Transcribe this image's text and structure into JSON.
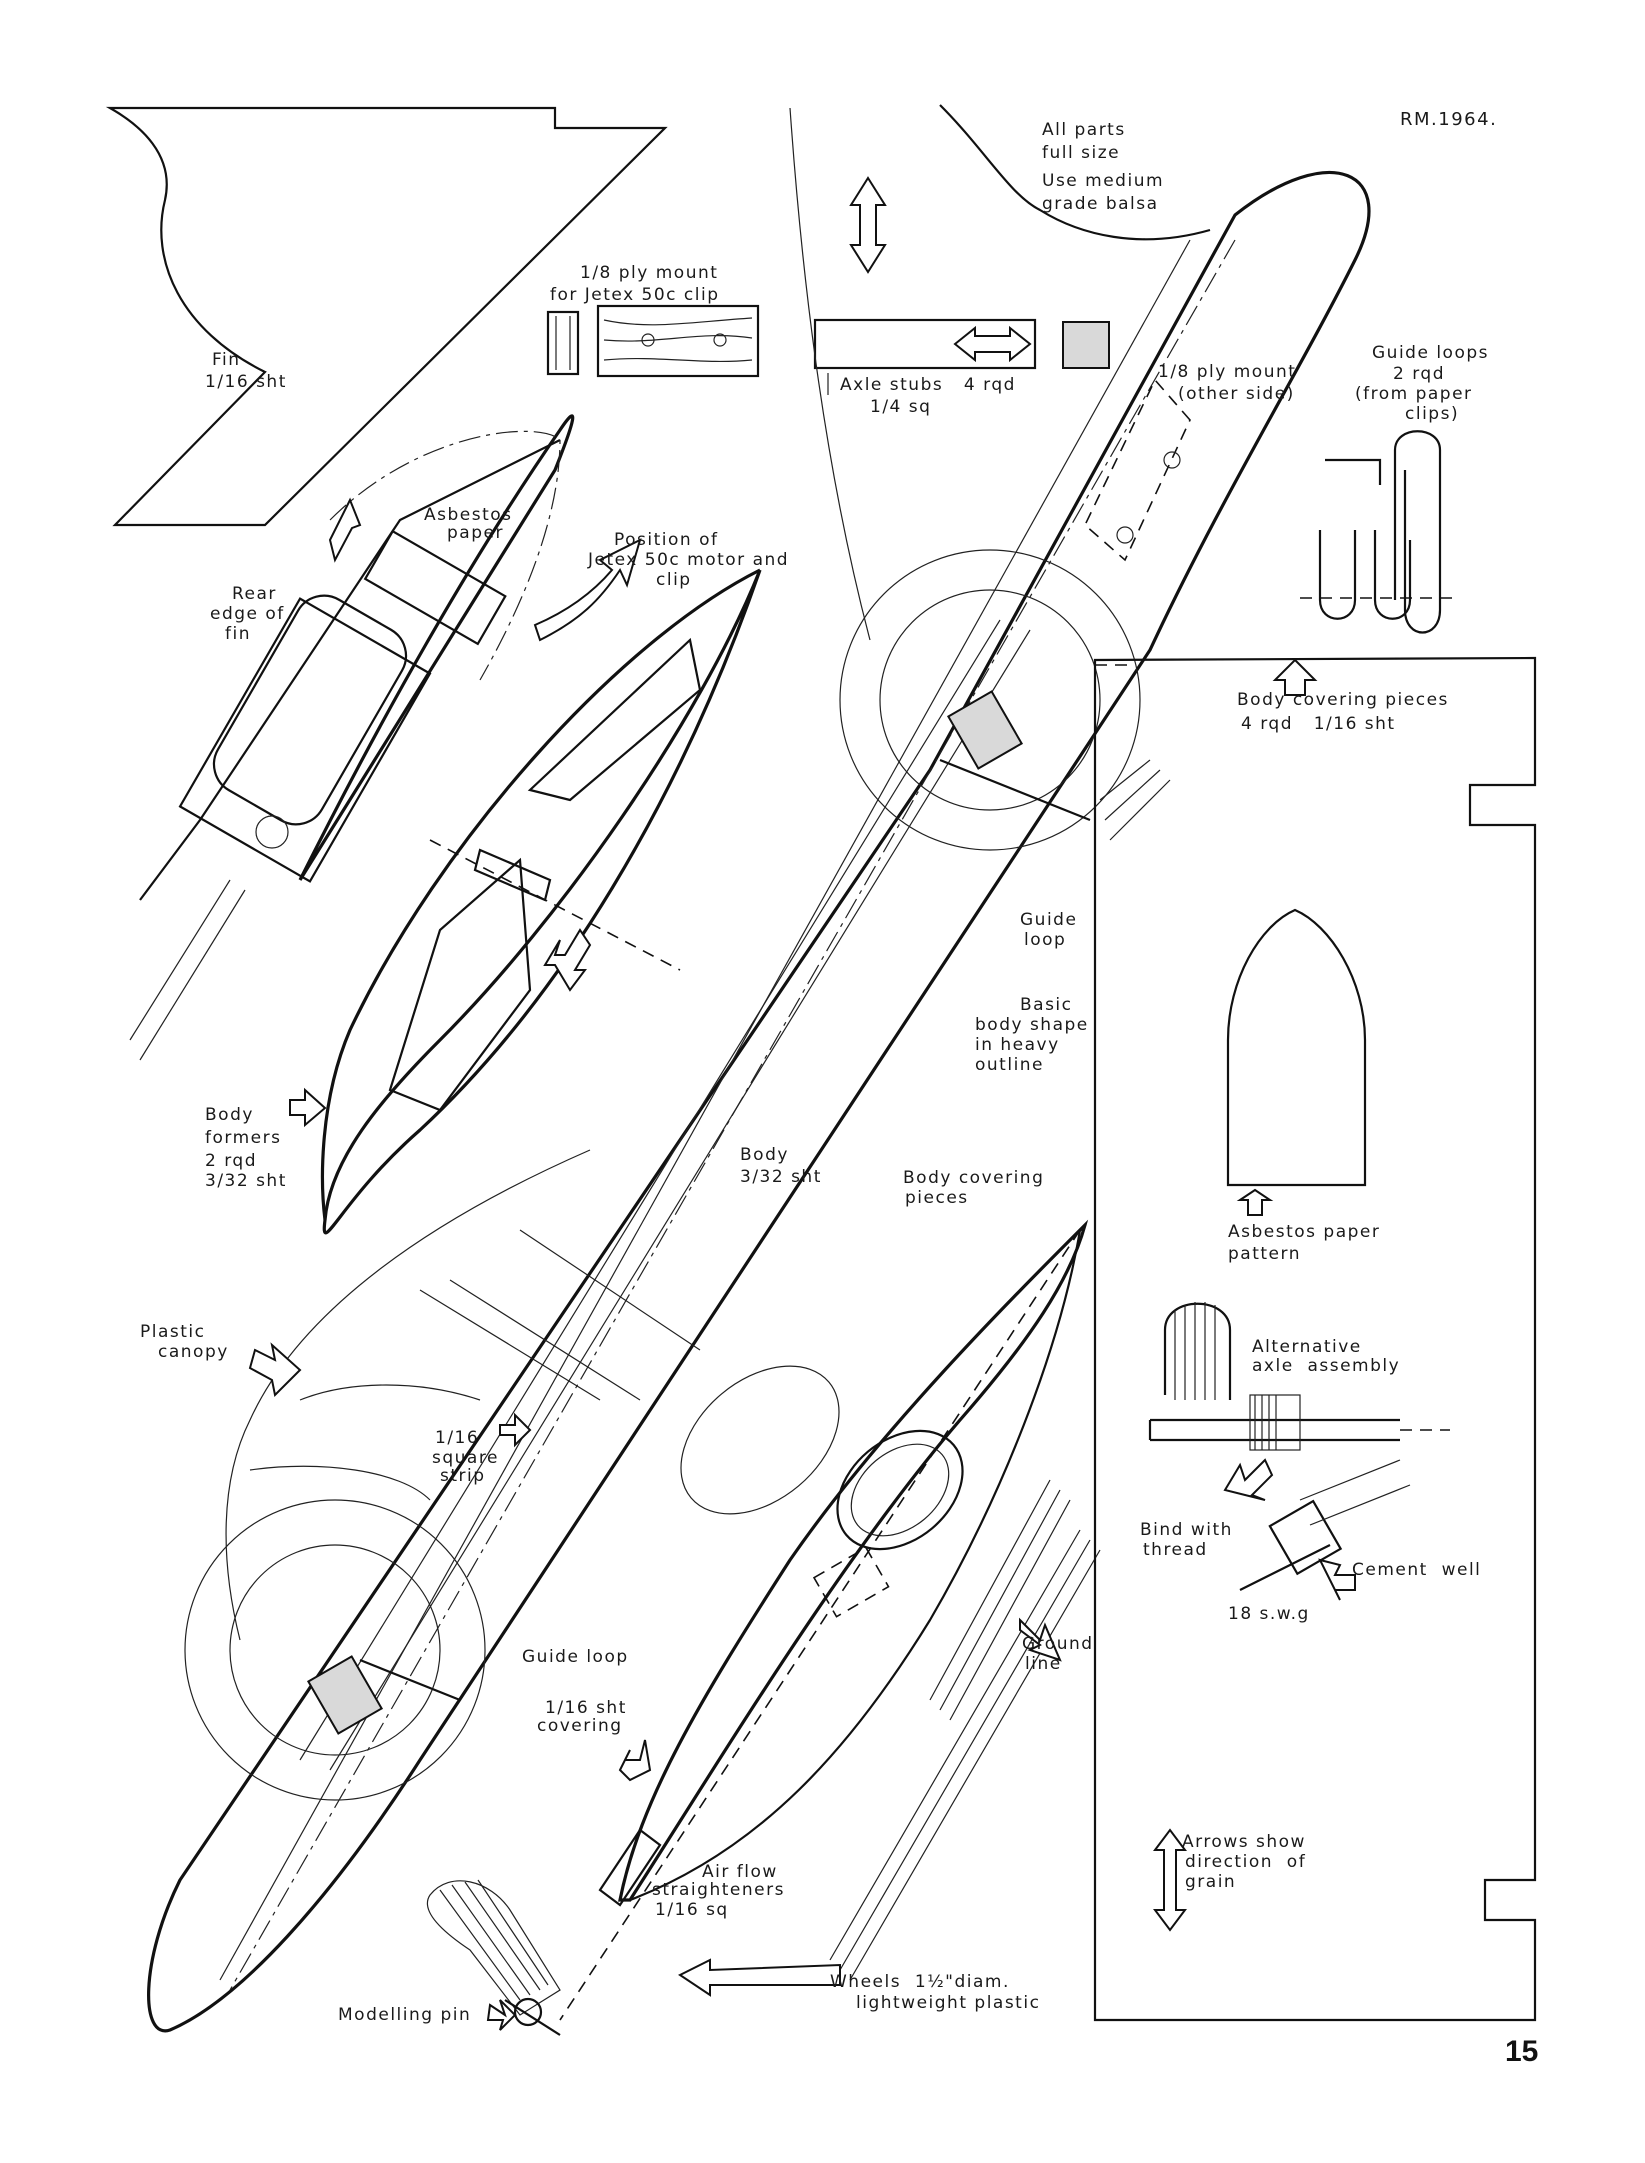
{
  "header": {
    "credit": "RM.1964.",
    "notes": [
      "All parts",
      "full size",
      "Use medium",
      "grade balsa"
    ]
  },
  "page_number": "15",
  "labels": {
    "fin": [
      "Fin",
      "1/16 sht"
    ],
    "ply_mount_clip": [
      "1/8 ply mount",
      "for Jetex 50c clip"
    ],
    "axle_stubs": [
      "Axle stubs   4 rqd",
      "1/4 sq"
    ],
    "ply_mount_other": [
      "1/8 ply mount",
      "(other side)"
    ],
    "guide_loops": [
      "Guide loops",
      "2 rqd",
      "(from paper",
      "clips)"
    ],
    "asbestos_paper": [
      "Asbestos",
      "paper"
    ],
    "position_motor": [
      "Position of",
      "Jetex 50c motor and",
      "clip"
    ],
    "rear_edge_fin": [
      "Rear",
      "edge of",
      "fin"
    ],
    "body_covering_4": [
      "Body covering pieces",
      "4 rqd   1/16 sht"
    ],
    "guide_loop_upper": [
      "Guide",
      "loop"
    ],
    "basic_body_shape": [
      "Basic",
      "body shape",
      "in heavy",
      "outline"
    ],
    "body_formers": [
      "Body",
      "formers",
      "2 rqd",
      "3/32 sht"
    ],
    "body": [
      "Body",
      "3/32 sht"
    ],
    "body_covering_pieces": [
      "Body covering",
      "pieces"
    ],
    "asbestos_pattern": [
      "Asbestos paper",
      "pattern"
    ],
    "plastic_canopy": [
      "Plastic",
      "canopy"
    ],
    "alternative_axle": [
      "Alternative",
      "axle  assembly"
    ],
    "square_strip": [
      "1/16",
      "square",
      "strip"
    ],
    "bind_thread": [
      "Bind with",
      "thread"
    ],
    "cement_well": [
      "Cement  well"
    ],
    "swg": [
      "18 s.w.g"
    ],
    "guide_loop_lower": [
      "Guide loop"
    ],
    "sht_covering": [
      "1/16 sht",
      "covering"
    ],
    "ground_line": [
      "Ground",
      "line"
    ],
    "air_flow": [
      "Air flow",
      "straighteners",
      "1/16 sq"
    ],
    "arrows_grain": [
      "Arrows show",
      "direction  of",
      "grain"
    ],
    "wheels": [
      "Wheels  1½\"diam.",
      "lightweight plastic"
    ],
    "modelling_pin": [
      "Modelling pin"
    ]
  }
}
